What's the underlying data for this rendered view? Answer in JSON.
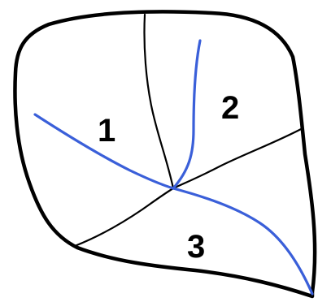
{
  "regions": [
    {
      "label": "1"
    },
    {
      "label": "2"
    },
    {
      "label": "3"
    }
  ],
  "colors": {
    "outline": "#000000",
    "divider": "#000000",
    "river": "#3a5fd9",
    "background": "#ffffff"
  }
}
